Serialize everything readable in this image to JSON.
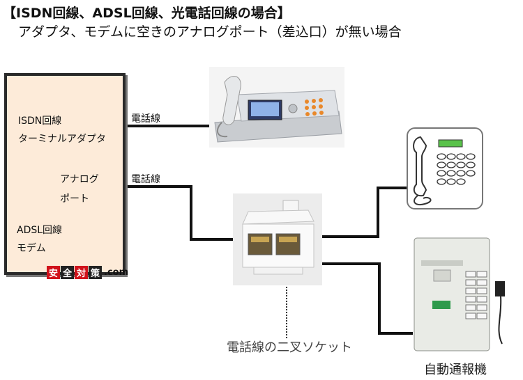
{
  "title": {
    "line1": "【ISDN回線、ADSL回線、光電話回線の場合】",
    "line2": "アダプタ、モデムに空きのアナログポート（差込口）が無い場合"
  },
  "device_box": {
    "isdn_line1": "ISDN回線",
    "isdn_line2": "ターミナルアダプタ",
    "analog_line1": "アナログ",
    "analog_line2": "ポート",
    "adsl_line1": "ADSL回線",
    "adsl_line2": "モデム"
  },
  "wire_labels": {
    "top": "電話線",
    "bottom": "電話線"
  },
  "logo": {
    "chars": [
      "安",
      "全",
      "対",
      "策"
    ],
    "suffix": ".com",
    "colors": [
      "#d0121b",
      "#222222",
      "#d0121b",
      "#222222"
    ]
  },
  "captions": {
    "socket": "電話線の二叉ソケット",
    "alarm": "自動通報機"
  }
}
